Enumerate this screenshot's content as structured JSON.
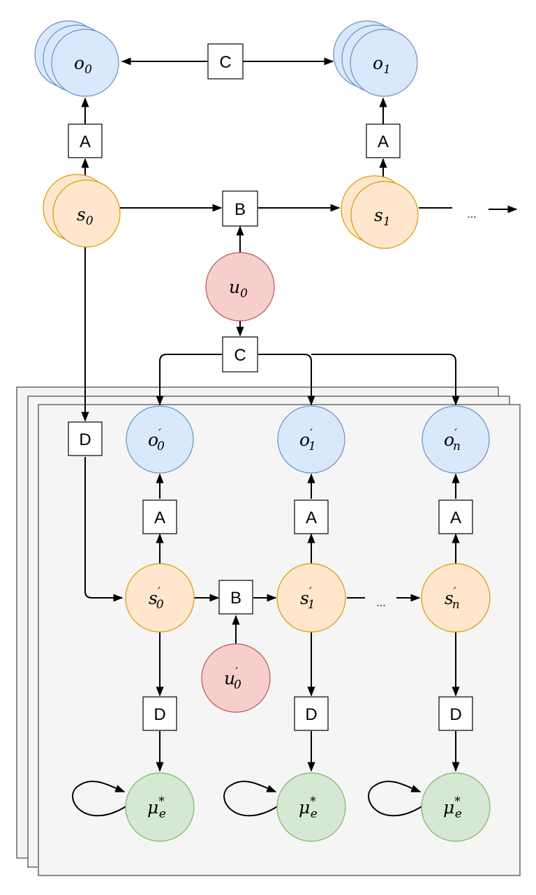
{
  "colors": {
    "observation_fill": "#dae8fc",
    "observation_stroke": "#6c8ebf",
    "state_fill": "#ffe6cc",
    "state_stroke": "#d79b00",
    "action_fill": "#f8cecc",
    "action_stroke": "#b85450",
    "belief_fill": "#d5e8d4",
    "belief_stroke": "#82b366",
    "plate_fill": "#f5f5f5",
    "plate_stroke": "#666666"
  },
  "boxes": {
    "A": "A",
    "B": "B",
    "C": "C",
    "D": "D"
  },
  "ellipsis": "...",
  "nodes": {
    "o0": {
      "base": "o",
      "sub": "0",
      "sup": ""
    },
    "o1": {
      "base": "o",
      "sub": "1",
      "sup": ""
    },
    "s0": {
      "base": "s",
      "sub": "0",
      "sup": ""
    },
    "s1": {
      "base": "s",
      "sub": "1",
      "sup": ""
    },
    "u0": {
      "base": "u",
      "sub": "0",
      "sup": ""
    },
    "op0": {
      "base": "o",
      "sub": "0",
      "sup": "′"
    },
    "op1": {
      "base": "o",
      "sub": "1",
      "sup": "′"
    },
    "opn": {
      "base": "o",
      "sub": "n",
      "sup": "′"
    },
    "sp0": {
      "base": "s",
      "sub": "0",
      "sup": "′"
    },
    "sp1": {
      "base": "s",
      "sub": "1",
      "sup": "′"
    },
    "spn": {
      "base": "s",
      "sub": "n",
      "sup": "′"
    },
    "up0": {
      "base": "u",
      "sub": "0",
      "sup": "′"
    },
    "mu0": {
      "base": "μ",
      "sub": "e",
      "sup": "*"
    },
    "mu1": {
      "base": "μ",
      "sub": "e",
      "sup": "*"
    },
    "mu2": {
      "base": "μ",
      "sub": "e",
      "sup": "*"
    }
  }
}
